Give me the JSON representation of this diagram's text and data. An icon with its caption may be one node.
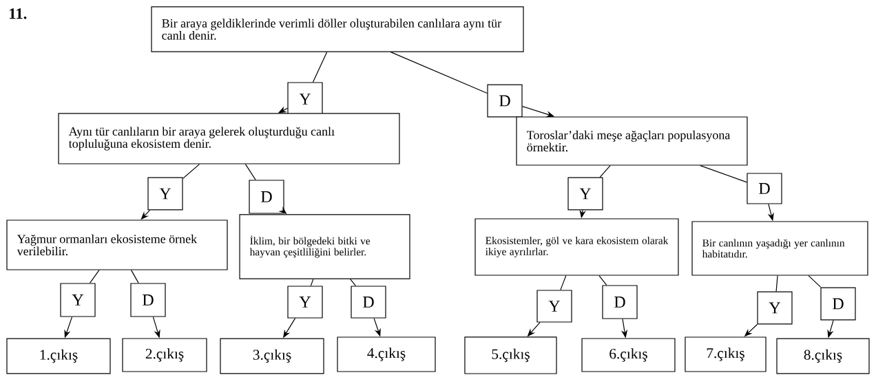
{
  "diagram": {
    "nodes": [
      {
        "text": [
          "Bir araya geldiklerinde verimli döller oluşturabilen canlılara aynı tür canlı denir."
        ]
      },
      {
        "text": [
          "Y"
        ]
      },
      {
        "text": [
          "D"
        ]
      },
      {
        "text": [
          "Aynı tür canlıların bir araya gelerek oluşturduğu canlı topluluğuna ekosistem denir."
        ]
      },
      {
        "text": [
          "Toroslar’daki meşe ağaçları populasyona örnektir."
        ]
      },
      {
        "text": [
          "Y"
        ]
      },
      {
        "text": [
          "D"
        ]
      },
      {
        "text": [
          "Y"
        ]
      },
      {
        "text": [
          "D"
        ]
      },
      {
        "text": [
          "Yağmur ormanları ekosisteme örnek verilebilir."
        ]
      },
      {
        "text": [
          "İklim, bir bölgedeki bitki ve hayvan çeşitliliğini belirler."
        ]
      },
      {
        "text": [
          "Ekosistemler, göl ve kara ekosistem olarak ikiye ayrılırlar."
        ]
      },
      {
        "text": [
          "Bir canlının yaşadığı yer canlının habitatıdır."
        ]
      },
      {
        "text": [
          "Y"
        ]
      },
      {
        "text": [
          "D"
        ]
      },
      {
        "text": [
          "Y"
        ]
      },
      {
        "text": [
          "D"
        ]
      },
      {
        "text": [
          "Y"
        ]
      },
      {
        "text": [
          "D"
        ]
      },
      {
        "text": [
          "Y"
        ]
      },
      {
        "text": [
          "D"
        ]
      },
      {
        "text": [
          "1.çıkış"
        ]
      },
      {
        "text": [
          "2.çıkış"
        ]
      },
      {
        "text": [
          "3.çıkış"
        ]
      },
      {
        "text": [
          "4.çıkış"
        ]
      },
      {
        "text": [
          "5.çıkış"
        ]
      },
      {
        "text": [
          "6.çıkış"
        ]
      },
      {
        "text": [
          "7.çıkış"
        ]
      },
      {
        "text": [
          "8.çıkış"
        ]
      }
    ],
    "edges": [
      {
        "from": 0,
        "to": 1,
        "arrow": "none"
      },
      {
        "from": 1,
        "to": 3,
        "arrow": "to"
      },
      {
        "from": 0,
        "to": 2,
        "arrow": "none"
      },
      {
        "from": 2,
        "to": 4,
        "arrow": "to"
      },
      {
        "from": 3,
        "to": 5,
        "arrow": "none"
      },
      {
        "from": 5,
        "to": 9,
        "arrow": "to"
      },
      {
        "from": 3,
        "to": 6,
        "arrow": "none"
      },
      {
        "from": 6,
        "to": 10,
        "arrow": "to"
      },
      {
        "from": 4,
        "to": 7,
        "arrow": "none"
      },
      {
        "from": 7,
        "to": 11,
        "arrow": "to"
      },
      {
        "from": 4,
        "to": 8,
        "arrow": "none"
      },
      {
        "from": 8,
        "to": 12,
        "arrow": "to"
      },
      {
        "from": 9,
        "to": 13,
        "arrow": "none"
      },
      {
        "from": 13,
        "to": 21,
        "arrow": "to"
      },
      {
        "from": 9,
        "to": 14,
        "arrow": "none"
      },
      {
        "from": 14,
        "to": 22,
        "arrow": "to"
      },
      {
        "from": 10,
        "to": 15,
        "arrow": "none"
      },
      {
        "from": 15,
        "to": 23,
        "arrow": "to"
      },
      {
        "from": 10,
        "to": 16,
        "arrow": "none"
      },
      {
        "from": 16,
        "to": 24,
        "arrow": "to"
      },
      {
        "from": 11,
        "to": 17,
        "arrow": "none"
      },
      {
        "from": 17,
        "to": 25,
        "arrow": "to"
      },
      {
        "from": 11,
        "to": 18,
        "arrow": "none"
      },
      {
        "from": 18,
        "to": 26,
        "arrow": "to"
      },
      {
        "from": 12,
        "to": 19,
        "arrow": "none"
      },
      {
        "from": 19,
        "to": 27,
        "arrow": "to"
      },
      {
        "from": 12,
        "to": 20,
        "arrow": "none"
      },
      {
        "from": 20,
        "to": 28,
        "arrow": "to"
      }
    ],
    "labels": [
      "11."
    ]
  }
}
